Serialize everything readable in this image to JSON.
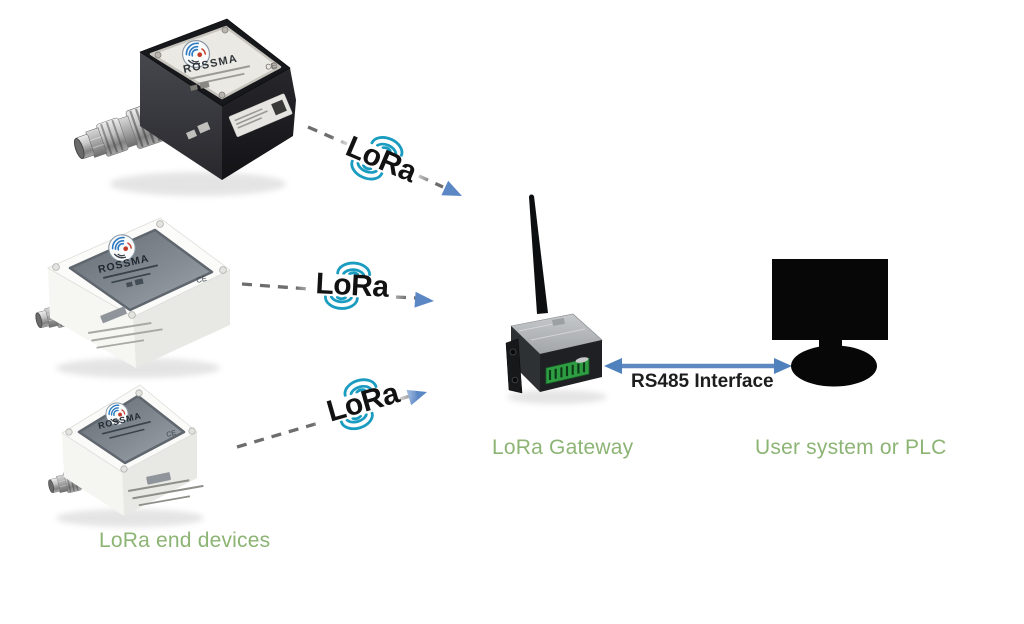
{
  "diagram": {
    "background_color": "#ffffff",
    "captions": {
      "end_devices": "LoRa end devices",
      "gateway": "LoRa Gateway",
      "user_system": "User system or PLC",
      "rs485_interface": "RS485 Interface"
    },
    "caption_color": "#8cb474",
    "lora_logo": {
      "text": "LoRa",
      "wave_color": "#1a9cc0",
      "text_color": "#121212"
    },
    "link_style": {
      "dash_color": "#6d6d6d",
      "lora_arrowhead_color": "#5b87c5",
      "rs485_arrow_color": "#4f81bd"
    },
    "devices": [
      {
        "brand": "ROSSMA",
        "ce_mark": "CE",
        "enclosure": "black"
      },
      {
        "brand": "ROSSMA",
        "ce_mark": "CE",
        "enclosure": "white"
      },
      {
        "brand": "ROSSMA",
        "ce_mark": "CE",
        "enclosure": "white"
      }
    ],
    "nodes": {
      "gateway": "LoRa gateway with antenna",
      "user_system": "monitor"
    },
    "connections": [
      {
        "from": "end-device-1",
        "to": "gateway",
        "label": "LoRa",
        "style": "dashed-arrow"
      },
      {
        "from": "end-device-2",
        "to": "gateway",
        "label": "LoRa",
        "style": "dashed-arrow"
      },
      {
        "from": "end-device-3",
        "to": "gateway",
        "label": "LoRa",
        "style": "dashed-arrow"
      },
      {
        "from": "gateway",
        "to": "user-system",
        "label": "RS485 Interface",
        "style": "solid-double-arrow"
      }
    ]
  }
}
